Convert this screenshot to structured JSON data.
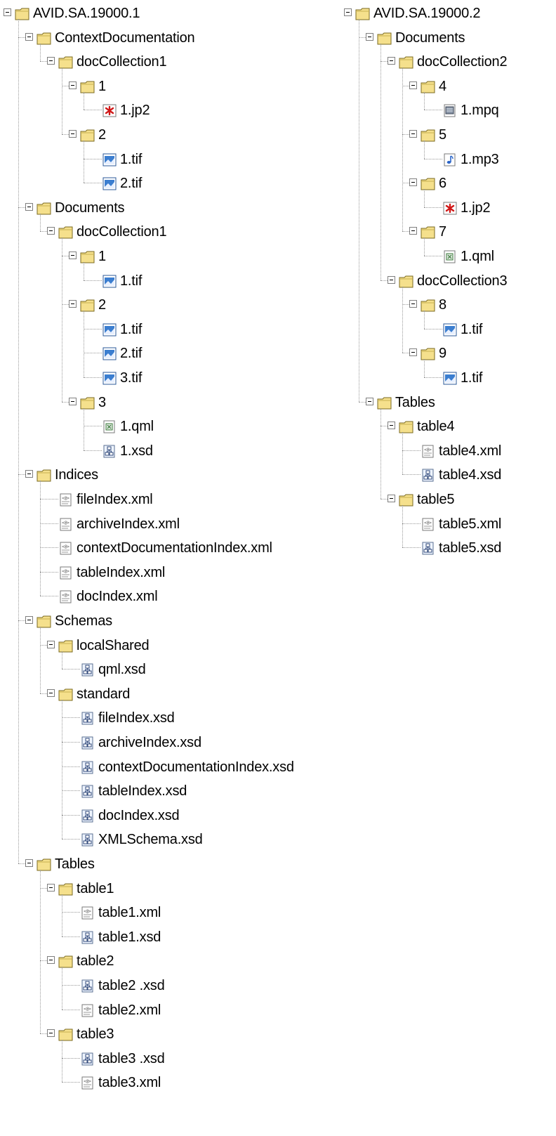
{
  "trees": [
    {
      "id": "tree-left",
      "root": {
        "label": "AVID.SA.19000.1",
        "type": "folder",
        "children": [
          {
            "label": "ContextDocumentation",
            "type": "folder",
            "children": [
              {
                "label": "docCollection1",
                "type": "folder",
                "children": [
                  {
                    "label": "1",
                    "type": "folder",
                    "children": [
                      {
                        "label": "1.jp2",
                        "type": "jp2"
                      }
                    ]
                  },
                  {
                    "label": "2",
                    "type": "folder",
                    "children": [
                      {
                        "label": "1.tif",
                        "type": "tif"
                      },
                      {
                        "label": "2.tif",
                        "type": "tif"
                      }
                    ]
                  }
                ]
              }
            ]
          },
          {
            "label": "Documents",
            "type": "folder",
            "children": [
              {
                "label": "docCollection1",
                "type": "folder",
                "children": [
                  {
                    "label": "1",
                    "type": "folder",
                    "children": [
                      {
                        "label": "1.tif",
                        "type": "tif"
                      }
                    ]
                  },
                  {
                    "label": "2",
                    "type": "folder",
                    "children": [
                      {
                        "label": "1.tif",
                        "type": "tif"
                      },
                      {
                        "label": "2.tif",
                        "type": "tif"
                      },
                      {
                        "label": "3.tif",
                        "type": "tif"
                      }
                    ]
                  },
                  {
                    "label": "3",
                    "type": "folder",
                    "children": [
                      {
                        "label": "1.qml",
                        "type": "qml"
                      },
                      {
                        "label": "1.xsd",
                        "type": "xsd"
                      }
                    ]
                  }
                ]
              }
            ]
          },
          {
            "label": "Indices",
            "type": "folder",
            "children": [
              {
                "label": "fileIndex.xml",
                "type": "xml"
              },
              {
                "label": "archiveIndex.xml",
                "type": "xml"
              },
              {
                "label": "contextDocumentationIndex.xml",
                "type": "xml"
              },
              {
                "label": "tableIndex.xml",
                "type": "xml"
              },
              {
                "label": "docIndex.xml",
                "type": "xml"
              }
            ]
          },
          {
            "label": "Schemas",
            "type": "folder",
            "children": [
              {
                "label": "localShared",
                "type": "folder",
                "children": [
                  {
                    "label": "qml.xsd",
                    "type": "xsd"
                  }
                ]
              },
              {
                "label": "standard",
                "type": "folder",
                "children": [
                  {
                    "label": "fileIndex.xsd",
                    "type": "xsd"
                  },
                  {
                    "label": "archiveIndex.xsd",
                    "type": "xsd"
                  },
                  {
                    "label": "contextDocumentationIndex.xsd",
                    "type": "xsd"
                  },
                  {
                    "label": "tableIndex.xsd",
                    "type": "xsd"
                  },
                  {
                    "label": "docIndex.xsd",
                    "type": "xsd"
                  },
                  {
                    "label": "XMLSchema.xsd",
                    "type": "xsd"
                  }
                ]
              }
            ]
          },
          {
            "label": "Tables",
            "type": "folder",
            "children": [
              {
                "label": "table1",
                "type": "folder",
                "children": [
                  {
                    "label": "table1.xml",
                    "type": "xml"
                  },
                  {
                    "label": "table1.xsd",
                    "type": "xsd"
                  }
                ]
              },
              {
                "label": "table2",
                "type": "folder",
                "children": [
                  {
                    "label": "table2 .xsd",
                    "type": "xsd"
                  },
                  {
                    "label": "table2.xml",
                    "type": "xml"
                  }
                ]
              },
              {
                "label": "table3",
                "type": "folder",
                "children": [
                  {
                    "label": "table3 .xsd",
                    "type": "xsd"
                  },
                  {
                    "label": "table3.xml",
                    "type": "xml"
                  }
                ]
              }
            ]
          }
        ]
      }
    },
    {
      "id": "tree-right",
      "root": {
        "label": "AVID.SA.19000.2",
        "type": "folder",
        "children": [
          {
            "label": "Documents",
            "type": "folder",
            "children": [
              {
                "label": "docCollection2",
                "type": "folder",
                "children": [
                  {
                    "label": "4",
                    "type": "folder",
                    "children": [
                      {
                        "label": "1.mpq",
                        "type": "mpg"
                      }
                    ]
                  },
                  {
                    "label": "5",
                    "type": "folder",
                    "children": [
                      {
                        "label": "1.mp3",
                        "type": "mp3"
                      }
                    ]
                  },
                  {
                    "label": "6",
                    "type": "folder",
                    "children": [
                      {
                        "label": "1.jp2",
                        "type": "jp2"
                      }
                    ]
                  },
                  {
                    "label": "7",
                    "type": "folder",
                    "children": [
                      {
                        "label": "1.qml",
                        "type": "qml"
                      }
                    ]
                  }
                ]
              },
              {
                "label": "docCollection3",
                "type": "folder",
                "children": [
                  {
                    "label": "8",
                    "type": "folder",
                    "children": [
                      {
                        "label": "1.tif",
                        "type": "tif"
                      }
                    ]
                  },
                  {
                    "label": "9",
                    "type": "folder",
                    "children": [
                      {
                        "label": "1.tif",
                        "type": "tif"
                      }
                    ]
                  }
                ]
              }
            ]
          },
          {
            "label": "Tables",
            "type": "folder",
            "children": [
              {
                "label": "table4",
                "type": "folder",
                "children": [
                  {
                    "label": "table4.xml",
                    "type": "xml"
                  },
                  {
                    "label": "table4.xsd",
                    "type": "xsd"
                  }
                ]
              },
              {
                "label": "table5",
                "type": "folder",
                "children": [
                  {
                    "label": "table5.xml",
                    "type": "xml"
                  },
                  {
                    "label": "table5.xsd",
                    "type": "xsd"
                  }
                ]
              }
            ]
          }
        ]
      }
    }
  ]
}
